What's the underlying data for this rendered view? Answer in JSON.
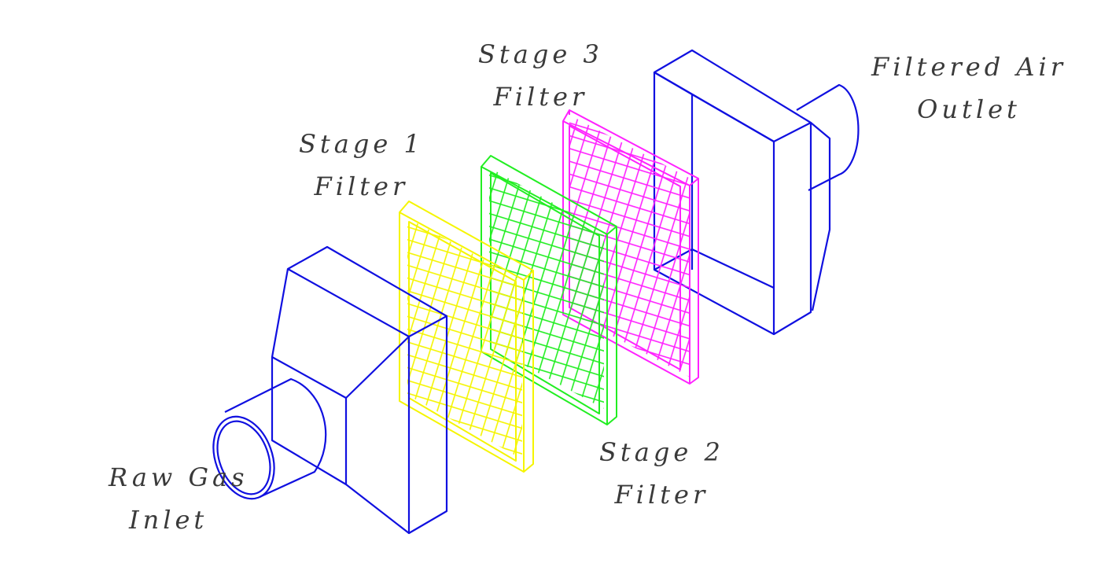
{
  "labels": {
    "inlet": {
      "line1": "Raw Gas",
      "line2": "Inlet"
    },
    "stage1": {
      "line1": "Stage 1",
      "line2": "Filter"
    },
    "stage2": {
      "line1": "Stage 2",
      "line2": "Filter"
    },
    "stage3": {
      "line1": "Stage 3",
      "line2": "Filter"
    },
    "outlet": {
      "line1": "Filtered Air",
      "line2": "Outlet"
    }
  },
  "colors": {
    "housing": "#1010e0",
    "stage1": "#f5f500",
    "stage2": "#22ee22",
    "stage3": "#ff22ff",
    "label_text": "#3a3a3a",
    "background": "#ffffff"
  }
}
